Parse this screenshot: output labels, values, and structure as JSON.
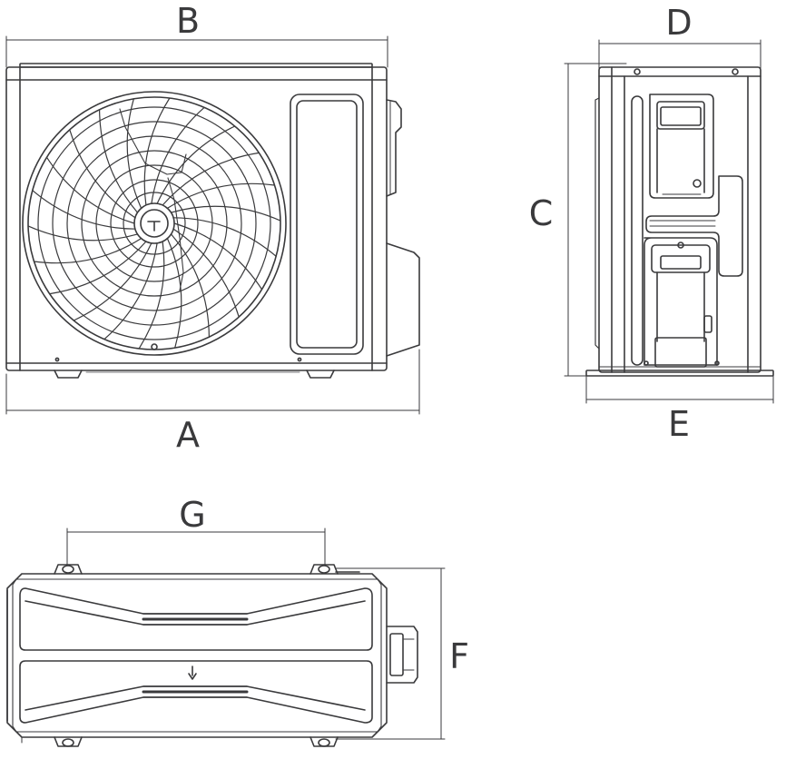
{
  "colors": {
    "line": "#3a3a3c",
    "light": "#7a7a7c",
    "background": "#ffffff"
  },
  "dimensions": {
    "a": "A",
    "b": "B",
    "c": "C",
    "d": "D",
    "e": "E",
    "f": "F",
    "g": "G"
  }
}
